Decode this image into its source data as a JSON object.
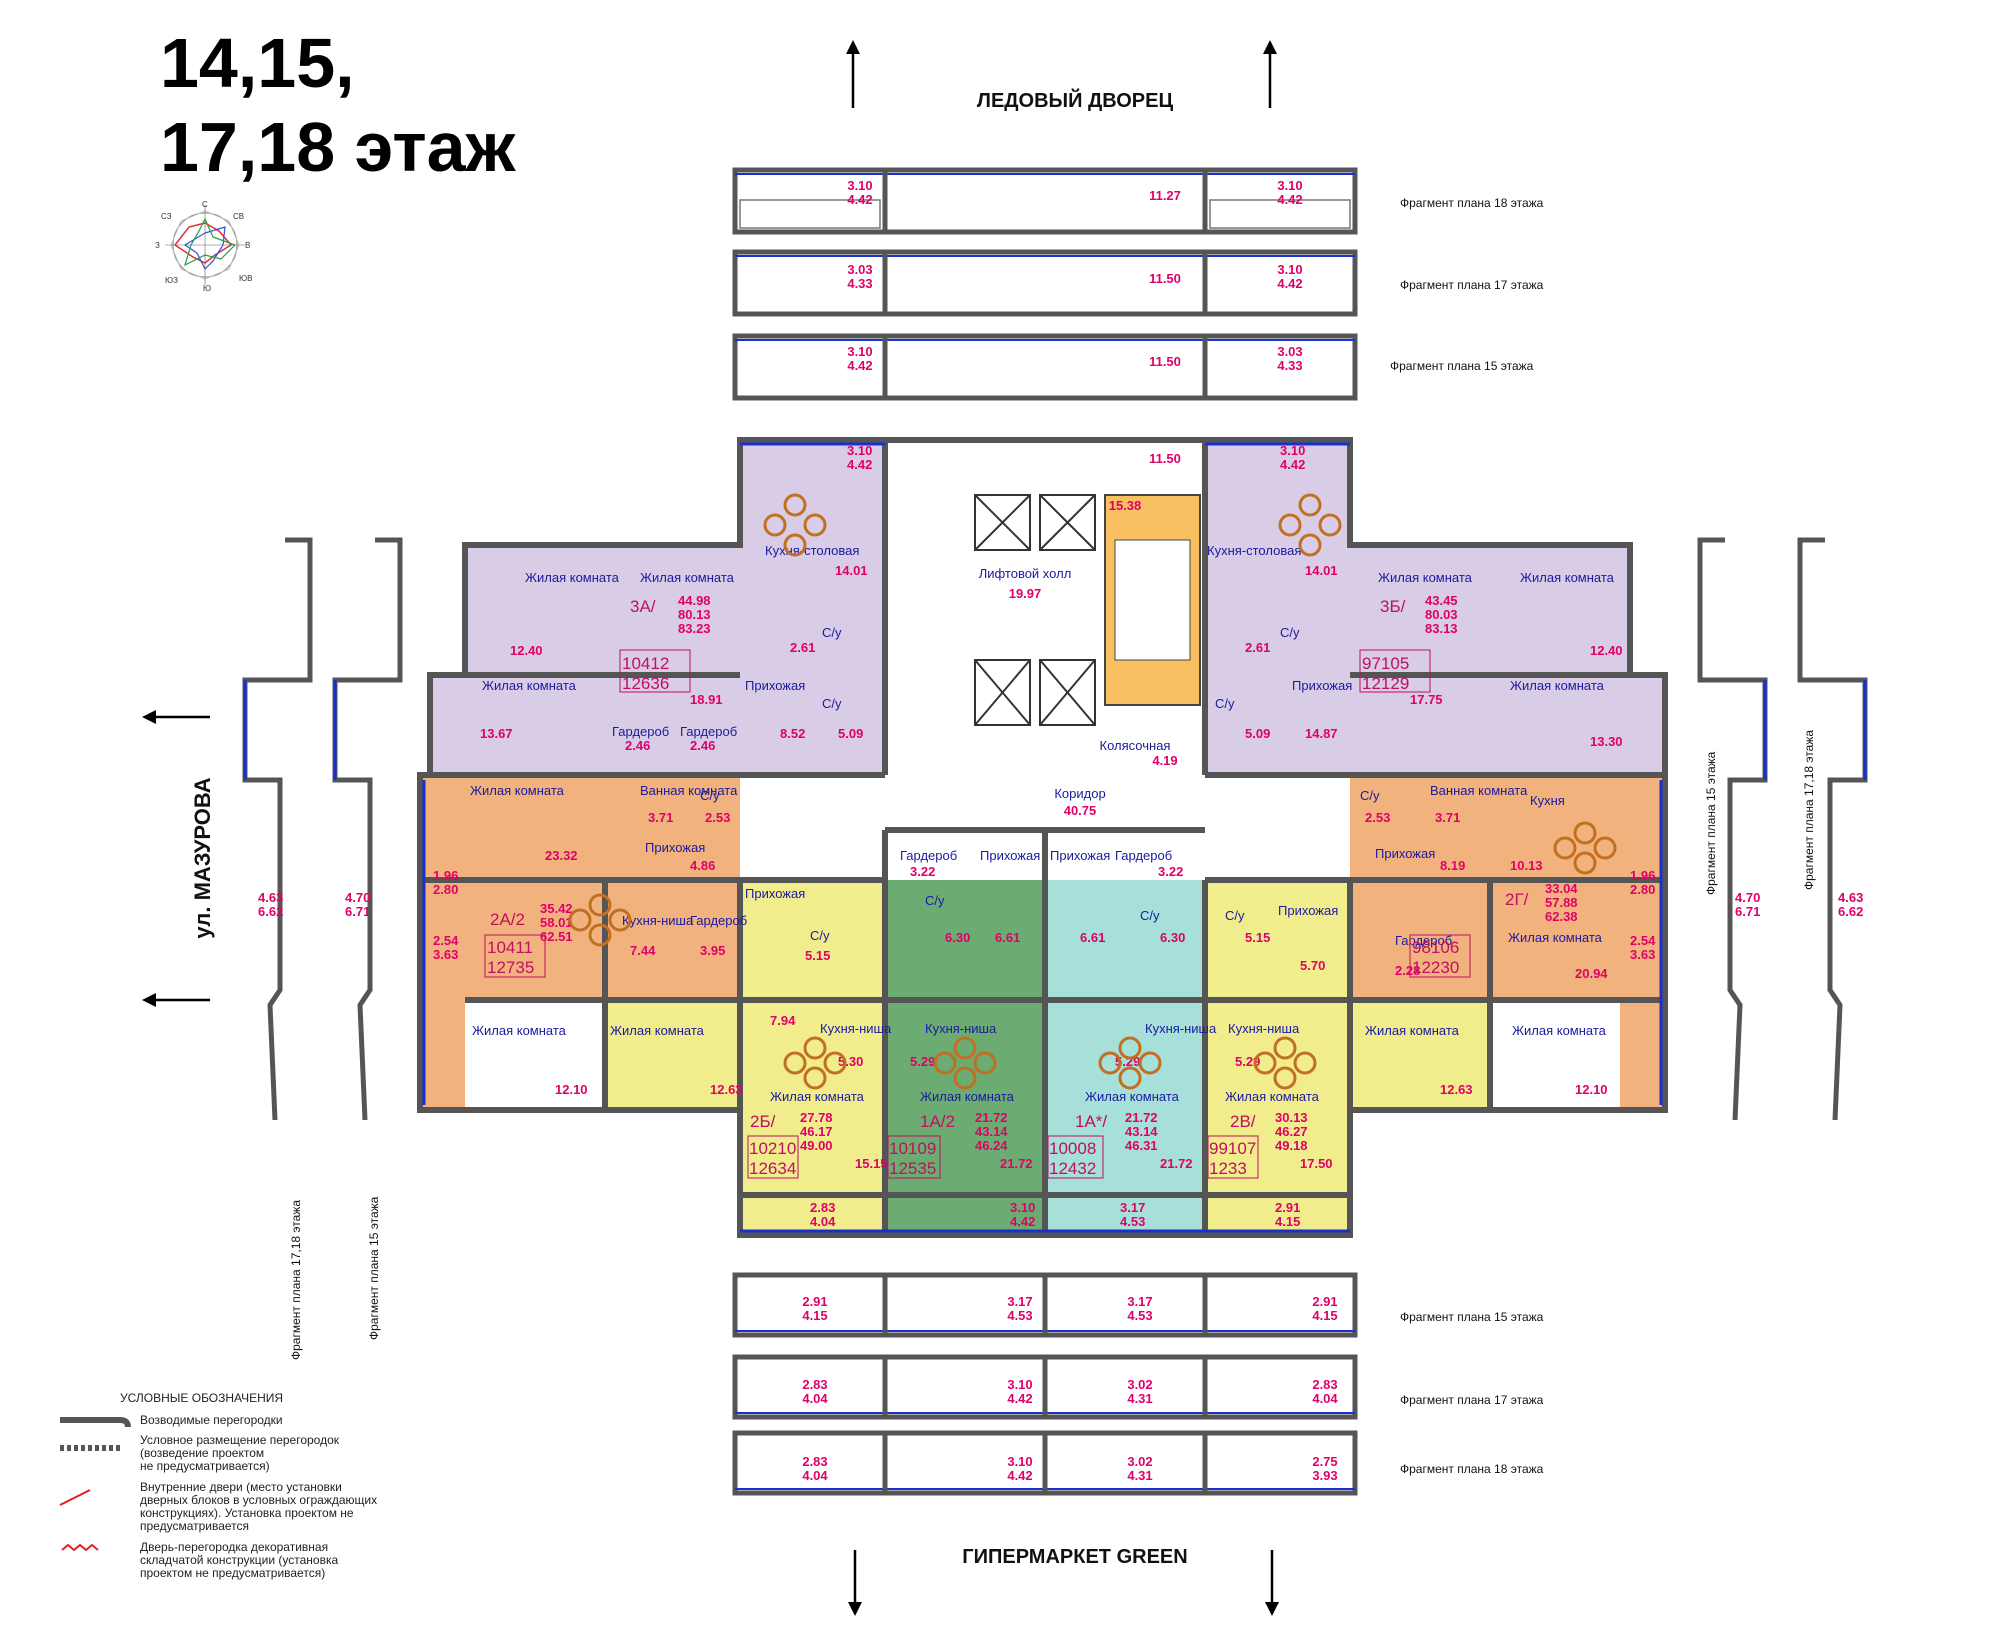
{
  "heading": {
    "line1": "14,15,",
    "line2": "17,18 этаж"
  },
  "compass": [
    "С",
    "СВ",
    "В",
    "ЮВ",
    "Ю",
    "ЮЗ",
    "З",
    "СЗ"
  ],
  "directions": {
    "north": "ЛЕДОВЫЙ ДВОРЕЦ",
    "south": "ГИПЕРМАРКЕТ GREEN",
    "west": "ул. МАЗУРОВА"
  },
  "fragments_top": [
    {
      "label": "Фрагмент плана 18 этажа",
      "left_area": [
        "3.10",
        "4.42"
      ],
      "hall": "11.27",
      "right_area": [
        "3.10",
        "4.42"
      ]
    },
    {
      "label": "Фрагмент плана 17 этажа",
      "left_area": [
        "3.03",
        "4.33"
      ],
      "hall": "11.50",
      "right_area": [
        "3.10",
        "4.42"
      ]
    },
    {
      "label": "Фрагмент плана 15 этажа",
      "left_area": [
        "3.10",
        "4.42"
      ],
      "hall": "11.50",
      "right_area": [
        "3.03",
        "4.33"
      ]
    }
  ],
  "fragments_bottom": [
    {
      "label": "Фрагмент плана 15 этажа",
      "areas": [
        [
          "2.91",
          "4.15"
        ],
        [
          "3.17",
          "4.53"
        ],
        [
          "3.17",
          "4.53"
        ],
        [
          "2.91",
          "4.15"
        ]
      ]
    },
    {
      "label": "Фрагмент плана 17 этажа",
      "areas": [
        [
          "2.83",
          "4.04"
        ],
        [
          "3.10",
          "4.42"
        ],
        [
          "3.02",
          "4.31"
        ],
        [
          "2.83",
          "4.04"
        ]
      ]
    },
    {
      "label": "Фрагмент плана 18 этажа",
      "areas": [
        [
          "2.83",
          "4.04"
        ],
        [
          "3.10",
          "4.42"
        ],
        [
          "3.02",
          "4.31"
        ],
        [
          "2.75",
          "3.93"
        ]
      ]
    }
  ],
  "fragments_side": {
    "left": [
      {
        "label": "Фрагмент плана 17,18 этажа",
        "area": [
          "4.63",
          "6.62"
        ]
      },
      {
        "label": "Фрагмент плана 15 этажа",
        "area": [
          "4.70",
          "6.71"
        ]
      }
    ],
    "right": [
      {
        "label": "Фрагмент плана 15 этажа",
        "area": [
          "4.70",
          "6.71"
        ]
      },
      {
        "label": "Фрагмент плана 17,18 этажа",
        "area": [
          "4.63",
          "6.62"
        ]
      }
    ]
  },
  "core": {
    "balcony_top": "11.50",
    "lift_hall_label": "Лифтовой холл",
    "lift_hall_area": "19.97",
    "stair_area": "15.38",
    "stroller_label": "Колясочная",
    "stroller_area": "4.19",
    "corridor_label": "Коридор",
    "corridor_area": "40.75"
  },
  "apartments": {
    "3A": {
      "code": "3А/",
      "areas": [
        "44.98",
        "80.13",
        "83.23"
      ],
      "ids": [
        "10412",
        "12636"
      ],
      "rooms": [
        {
          "label": "Жилая комната",
          "area": "12.40"
        },
        {
          "label": "Жилая комната",
          "area": "18.91"
        },
        {
          "label": "Жилая комната",
          "area": "13.67"
        },
        {
          "label": "Кухня-столовая",
          "area": "14.01"
        },
        {
          "label": "С/у",
          "area": "2.61"
        },
        {
          "label": "С/у",
          "area": "5.09"
        },
        {
          "label": "Прихожая",
          "area": "8.52"
        },
        {
          "label": "Гардероб",
          "area": "2.46"
        },
        {
          "label": "Гардероб",
          "area": "2.46"
        }
      ],
      "balcony": [
        "3.10",
        "4.42"
      ]
    },
    "3B": {
      "code": "3Б/",
      "areas": [
        "43.45",
        "80.03",
        "83.13"
      ],
      "ids": [
        "97105",
        "12129"
      ],
      "rooms": [
        {
          "label": "Жилая комната",
          "area": "12.40"
        },
        {
          "label": "Жилая комната",
          "area": "17.75"
        },
        {
          "label": "Жилая комната",
          "area": "13.30"
        },
        {
          "label": "Кухня-столовая",
          "area": "14.01"
        },
        {
          "label": "С/у",
          "area": "2.61"
        },
        {
          "label": "С/у",
          "area": "5.09"
        },
        {
          "label": "Прихожая",
          "area": "14.87"
        }
      ],
      "balcony": [
        "3.10",
        "4.42"
      ]
    },
    "2A": {
      "code": "2А/2",
      "areas": [
        "35.42",
        "58.01",
        "62.51"
      ],
      "ids": [
        "10411",
        "12735"
      ],
      "rooms": [
        {
          "label": "Жилая комната",
          "area": "23.32"
        },
        {
          "label": "Ванная комната",
          "area": "3.71"
        },
        {
          "label": "С/у",
          "area": "2.53"
        },
        {
          "label": "Прихожая",
          "area": "4.86"
        },
        {
          "label": "Кухня-ниша",
          "area": "7.44"
        },
        {
          "label": "Гардероб",
          "area": "3.95"
        },
        {
          "label": "Жилая комната",
          "area": "12.10"
        }
      ],
      "balconies": [
        [
          "1.96",
          "2.80"
        ],
        [
          "2.54",
          "3.63"
        ]
      ]
    },
    "2G": {
      "code": "2Г/",
      "areas": [
        "33.04",
        "57.88",
        "62.38"
      ],
      "ids": [
        "98106",
        "12230"
      ],
      "rooms": [
        {
          "label": "Кухня",
          "area": "10.13"
        },
        {
          "label": "Ванная комната",
          "area": "3.71"
        },
        {
          "label": "С/у",
          "area": "2.53"
        },
        {
          "label": "Прихожая",
          "area": "8.19"
        },
        {
          "label": "Гардероб",
          "area": "2.28"
        },
        {
          "label": "Жилая комната",
          "area": "20.94"
        },
        {
          "label": "Жилая комната",
          "area": "12.10"
        }
      ],
      "balconies": [
        [
          "1.96",
          "2.80"
        ],
        [
          "2.54",
          "3.63"
        ]
      ]
    },
    "2B": {
      "code": "2Б/",
      "areas": [
        "27.78",
        "46.17",
        "49.00"
      ],
      "ids": [
        "10210",
        "12634"
      ],
      "rooms": [
        {
          "label": "Прихожая",
          "area": "7.94"
        },
        {
          "label": "С/у",
          "area": "5.15"
        },
        {
          "label": "Кухня-ниша",
          "area": "5.30"
        },
        {
          "label": "Жилая комната",
          "area": "12.63"
        },
        {
          "label": "Жилая комната",
          "area": "15.15"
        }
      ],
      "balcony": [
        "2.83",
        "4.04"
      ]
    },
    "1A2": {
      "code": "1А/2",
      "areas": [
        "21.72",
        "43.14",
        "46.24"
      ],
      "ids": [
        "10109",
        "12535"
      ],
      "rooms": [
        {
          "label": "Гардероб",
          "area": "3.22"
        },
        {
          "label": "Прихожая",
          "area": "6.61"
        },
        {
          "label": "С/у",
          "area": "6.30"
        },
        {
          "label": "Кухня-ниша",
          "area": "5.29"
        },
        {
          "label": "Жилая комната",
          "area": "21.72"
        }
      ],
      "balcony": [
        "3.10",
        "4.42"
      ]
    },
    "1A": {
      "code": "1А*/",
      "areas": [
        "21.72",
        "43.14",
        "46.31"
      ],
      "ids": [
        "10008",
        "12432"
      ],
      "rooms": [
        {
          "label": "Гардероб",
          "area": "3.22"
        },
        {
          "label": "Прихожая",
          "area": "6.61"
        },
        {
          "label": "С/у",
          "area": "6.30"
        },
        {
          "label": "Кухня-ниша",
          "area": "5.29"
        },
        {
          "label": "Жилая комната",
          "area": "21.72"
        }
      ],
      "balcony": [
        "3.17",
        "4.53"
      ]
    },
    "2V": {
      "code": "2В/",
      "areas": [
        "30.13",
        "46.27",
        "49.18"
      ],
      "ids": [
        "99107",
        "1233"
      ],
      "rooms": [
        {
          "label": "Прихожая",
          "area": "5.70"
        },
        {
          "label": "С/у",
          "area": "5.15"
        },
        {
          "label": "Кухня-ниша",
          "area": "5.29"
        },
        {
          "label": "Жилая комната",
          "area": "12.63"
        },
        {
          "label": "Жилая комната",
          "area": "17.50"
        }
      ],
      "balcony": [
        "2.91",
        "4.15"
      ]
    }
  },
  "legend": {
    "title": "УСЛОВНЫЕ ОБОЗНАЧЕНИЯ",
    "items": [
      {
        "lines": [
          "Возводимые перегородки"
        ]
      },
      {
        "lines": [
          "Условное размещение перегородок",
          "(возведение проектом",
          "не предусматривается)"
        ]
      },
      {
        "lines": [
          "Внутренние двери (место установки",
          "дверных блоков в условных ограждающих",
          "конструкциях). Установка проектом не",
          "предусматривается"
        ]
      },
      {
        "lines": [
          "Дверь-перегородка декоративная",
          "складчатой конструкции (установка",
          "проектом не предусматривается)"
        ]
      }
    ]
  },
  "colors": {
    "apt3": "#d9cce6",
    "apt2_orange": "#f2b27e",
    "apt2_yellow": "#f1ec8c",
    "apt1_green": "#6cab72",
    "apt1_teal": "#a6e0d8",
    "wall": "#555555",
    "window": "#1a2fd0",
    "area_text": "#e0006a",
    "room_text": "#1a1aa0"
  }
}
